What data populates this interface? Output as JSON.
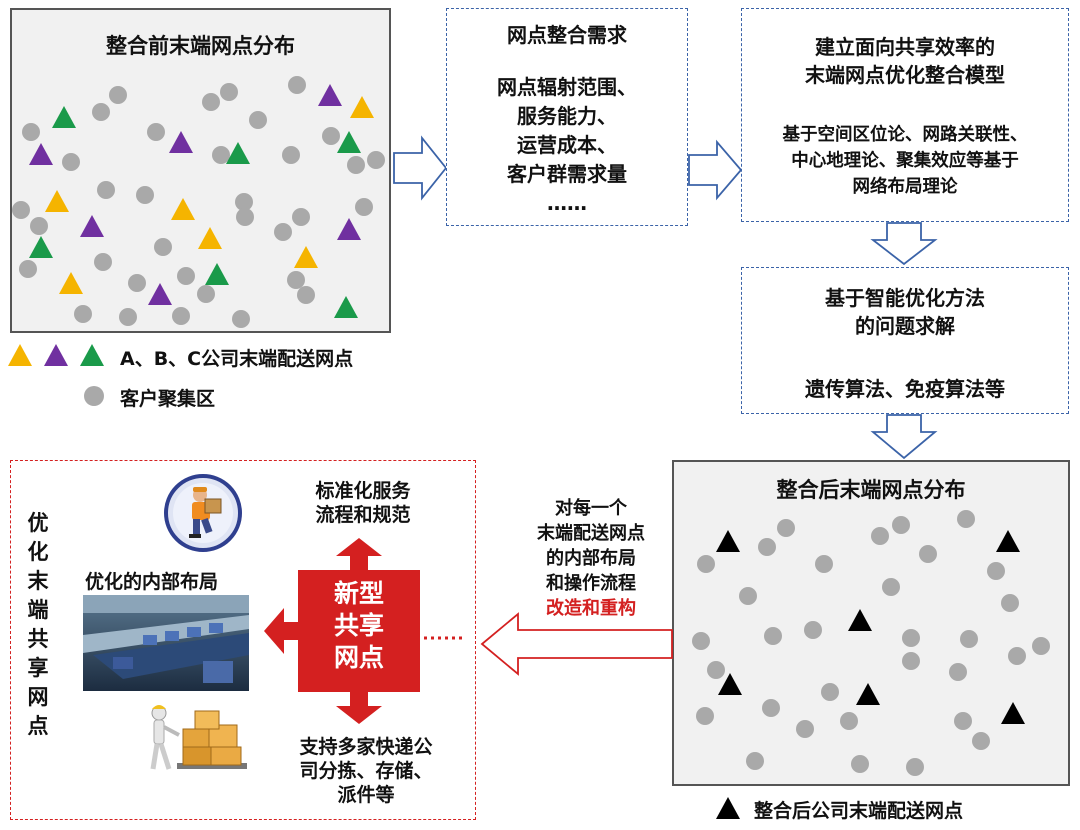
{
  "before": {
    "title": "整合前末端网点分布",
    "legend_company": "A、B、C公司末端配送网点",
    "legend_customer": "客户聚集区"
  },
  "demand": {
    "title": "网点整合需求",
    "lines": [
      "网点辐射范围、",
      "服务能力、",
      "运营成本、",
      "客户群需求量",
      "……"
    ]
  },
  "model": {
    "title_lines": [
      "建立面向共享效率的",
      "末端网点优化整合模型"
    ],
    "body_lines": [
      "基于空间区位论、网路关联性、",
      "中心地理论、聚集效应等基于",
      "网络布局理论"
    ]
  },
  "solve": {
    "title_lines": [
      "基于智能优化方法",
      "的问题求解"
    ],
    "methods": "遗传算法、免疫算法等"
  },
  "after": {
    "title": "整合后末端网点分布",
    "legend": "整合后公司末端配送网点"
  },
  "transform": {
    "lines": [
      "对每一个",
      "末端配送网点",
      "的内部布局",
      "和操作流程"
    ],
    "highlight": "改造和重构"
  },
  "shared": {
    "vertical_label": [
      "优",
      "化",
      "末",
      "端",
      "共",
      "享",
      "网",
      "点"
    ],
    "core_lines": [
      "新型",
      "共享",
      "网点"
    ],
    "top_label_lines": [
      "标准化服务",
      "流程和规范"
    ],
    "left_label": "优化的内部布局",
    "bottom_label_lines": [
      "支持多家快递公",
      "司分拣、存储、",
      "派件等"
    ]
  },
  "colors": {
    "company_a": "#f5b400",
    "company_b": "#7030a0",
    "company_c": "#1a9a4a",
    "customer": "#a9a9a9",
    "accent_red": "#d42020",
    "dashed_blue": "#3b63a8"
  }
}
